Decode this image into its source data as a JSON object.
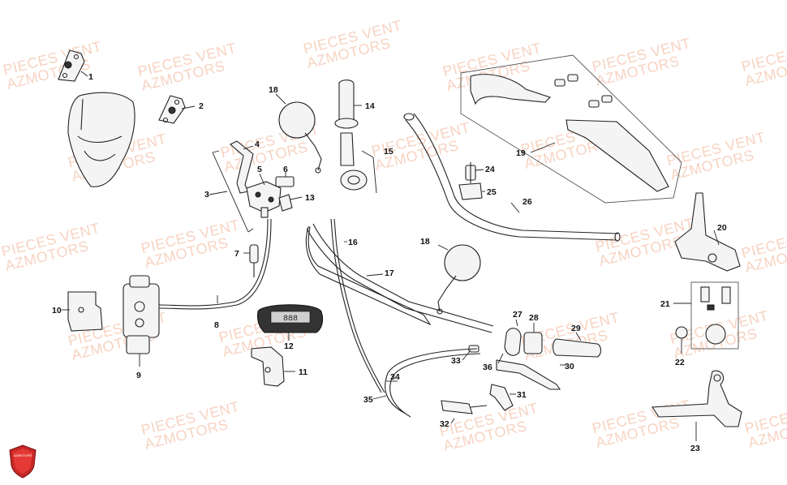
{
  "watermark": {
    "line1": "PIECES VENT",
    "line2": "AZMOTORS"
  },
  "logo": {
    "text": "AZMOTORS",
    "color": "#c62828"
  },
  "callouts": {
    "n1": "1",
    "n2": "2",
    "n3": "3",
    "n4": "4",
    "n5": "5",
    "n6": "6",
    "n7": "7",
    "n8": "8",
    "n9": "9",
    "n10": "10",
    "n11": "11",
    "n12": "12",
    "n13": "13",
    "n14": "14",
    "n15": "15",
    "n16": "16",
    "n17": "17",
    "n18a": "18",
    "n18b": "18",
    "n19": "19",
    "n20": "20",
    "n21": "21",
    "n22": "22",
    "n23": "23",
    "n24": "24",
    "n25": "25",
    "n26": "26",
    "n27": "27",
    "n28": "28",
    "n29": "29",
    "n30": "30",
    "n31": "31",
    "n32": "32",
    "n33": "33",
    "n34": "34",
    "n35": "35",
    "n36": "36"
  },
  "dashboard_readout": "888"
}
